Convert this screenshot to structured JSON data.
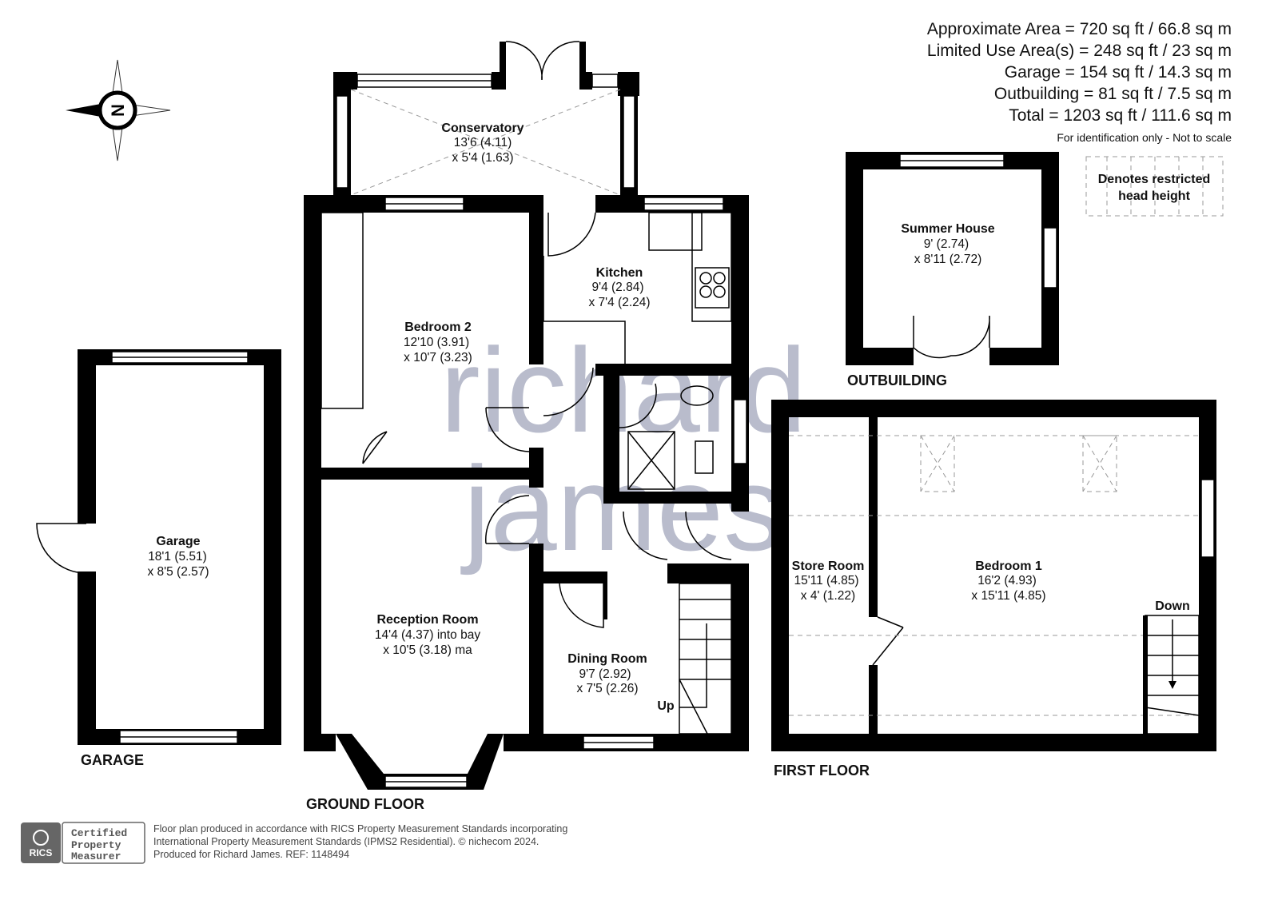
{
  "areas": [
    "Approximate Area = 720 sq ft / 66.8 sq m",
    "Limited Use Area(s) = 248 sq ft / 23 sq m",
    "Garage = 154 sq ft / 14.3 sq m",
    "Outbuilding = 81 sq ft / 7.5 sq m",
    "Total = 1203 sq ft / 111.6 sq m"
  ],
  "disclaimer": "For identification only - Not to scale",
  "legend": {
    "line1": "Denotes restricted",
    "line2": "head height"
  },
  "compass_label": "N",
  "watermark": {
    "line1": "richard",
    "line2": "james"
  },
  "rooms": {
    "conservatory": {
      "name": "Conservatory",
      "dim1": "13'6 (4.11)",
      "dim2": "x 5'4 (1.63)"
    },
    "kitchen": {
      "name": "Kitchen",
      "dim1": "9'4 (2.84)",
      "dim2": "x 7'4 (2.24)"
    },
    "bedroom2": {
      "name": "Bedroom 2",
      "dim1": "12'10 (3.91)",
      "dim2": "x 10'7 (3.23)"
    },
    "reception": {
      "name": "Reception Room",
      "dim1": "14'4 (4.37) into bay",
      "dim2": "x 10'5 (3.18) ma"
    },
    "dining": {
      "name": "Dining Room",
      "dim1": "9'7 (2.92)",
      "dim2": "x 7'5 (2.26)"
    },
    "garage": {
      "name": "Garage",
      "dim1": "18'1 (5.51)",
      "dim2": "x 8'5 (2.57)"
    },
    "summer_house": {
      "name": "Summer House",
      "dim1": "9' (2.74)",
      "dim2": "x 8'11 (2.72)"
    },
    "store_room": {
      "name": "Store Room",
      "dim1": "15'11 (4.85)",
      "dim2": "x 4' (1.22)"
    },
    "bedroom1": {
      "name": "Bedroom 1",
      "dim1": "16'2 (4.93)",
      "dim2": "x 15'11 (4.85)"
    }
  },
  "stairs": {
    "up": "Up",
    "down": "Down"
  },
  "floor_labels": {
    "garage": "GARAGE",
    "ground": "GROUND FLOOR",
    "outbuilding": "OUTBUILDING",
    "first": "FIRST FLOOR"
  },
  "footer": {
    "badge_org": "RICS",
    "badge_line1": "Certified",
    "badge_line2": "Property",
    "badge_line3": "Measurer",
    "line1": "Floor plan produced in accordance with RICS Property Measurement Standards incorporating",
    "line2": "International Property Measurement Standards (IPMS2 Residential).   © nichecom 2024.",
    "line3": "Produced for Richard James.    REF:  1148494"
  }
}
